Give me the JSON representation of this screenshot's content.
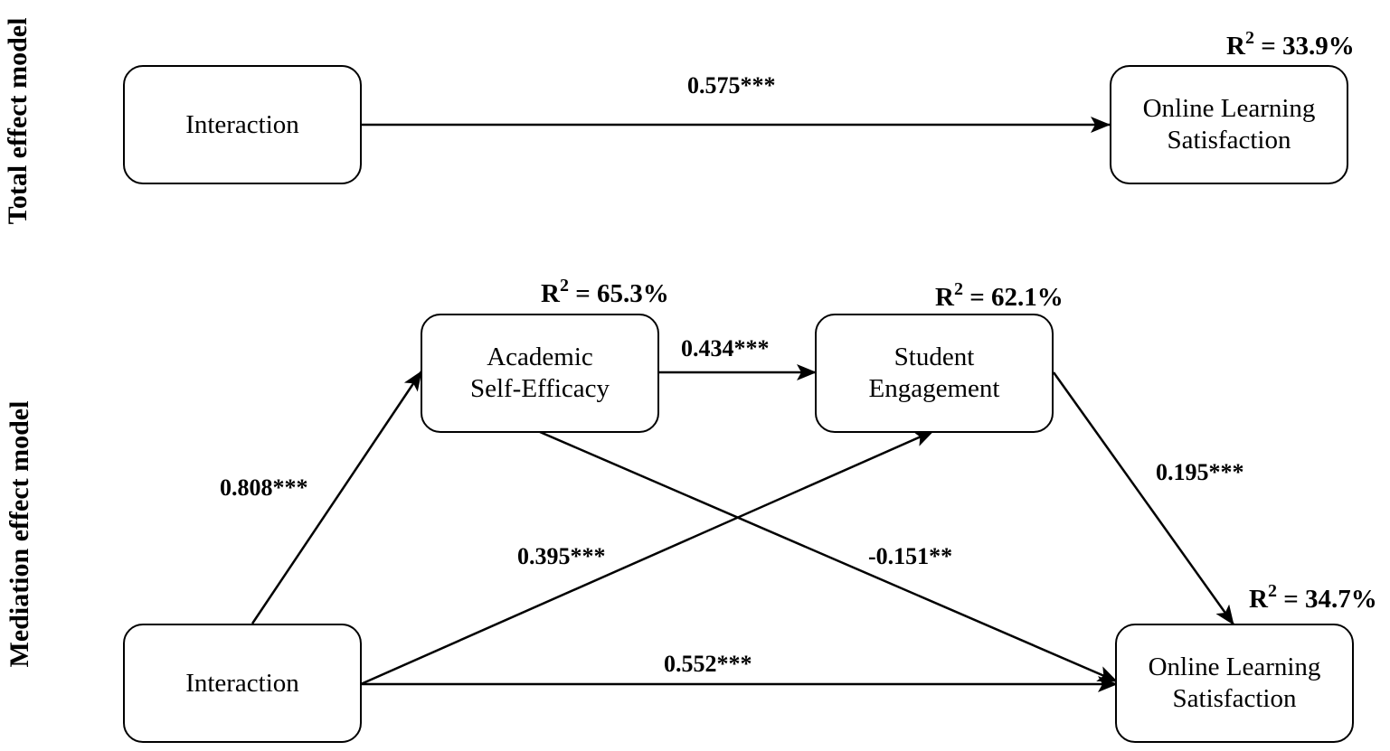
{
  "side_labels": {
    "total": "Total effect model",
    "mediation": "Mediation effect model"
  },
  "total_model": {
    "interaction": "Interaction",
    "outcome_line1": "Online Learning",
    "outcome_line2": "Satisfaction",
    "outcome_r2_prefix": "R",
    "outcome_r2_sup": "2",
    "outcome_r2_value": " = 33.9%",
    "path_coef": "0.575***"
  },
  "mediation_model": {
    "interaction": "Interaction",
    "ase_line1": "Academic",
    "ase_line2": "Self-Efficacy",
    "ase_r2_prefix": "R",
    "ase_r2_sup": "2",
    "ase_r2_value": " = 65.3%",
    "se_line1": "Student",
    "se_line2": "Engagement",
    "se_r2_prefix": "R",
    "se_r2_sup": "2",
    "se_r2_value": " = 62.1%",
    "ols_line1": "Online Learning",
    "ols_line2": "Satisfaction",
    "ols_r2_prefix": "R",
    "ols_r2_sup": "2",
    "ols_r2_value": " = 34.7%",
    "coef_int_ase": "0.808***",
    "coef_ase_se": "0.434***",
    "coef_int_se": "0.395***",
    "coef_ase_ols": "-0.151**",
    "coef_se_ols": "0.195***",
    "coef_int_ols": "0.552***"
  }
}
